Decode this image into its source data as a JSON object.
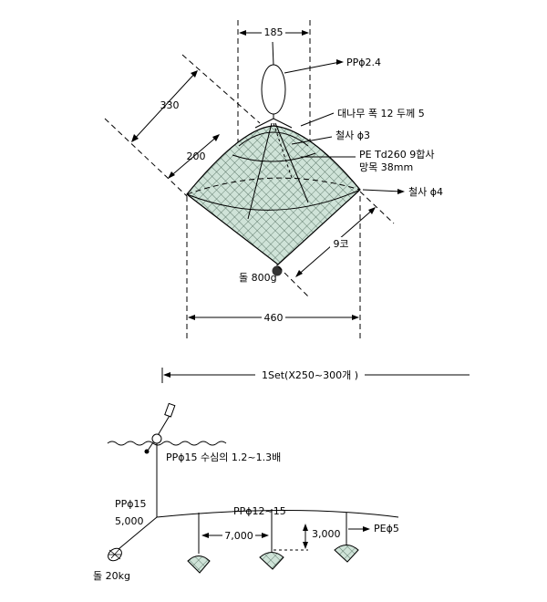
{
  "top_diagram": {
    "dim_top_width": "185",
    "dim_left_length": "330",
    "dim_upper_side": "200",
    "dim_bottom_width": "460",
    "dim_right_side": "9코",
    "float_label": "PPϕ2.4",
    "bamboo_label": "대나무 폭 12   두께 5",
    "wire3_label": "철사 ϕ3",
    "net_label_1": "PE Td260 9합사",
    "net_label_2": "망목 38mm",
    "wire4_label": "철사 ϕ4",
    "sinker_label": "돌 800g"
  },
  "bottom_diagram": {
    "set_label": "1Set(X250~300개 )",
    "buoy_rope_label": "PPϕ15  수심의  1.2~1.3배",
    "vertical_rope_label_1": "PPϕ15",
    "vertical_rope_label_2": "5,000",
    "main_line_label": "PPϕ12~15",
    "spacing_label": "7,000",
    "drop_label": "3,000",
    "branch_label": "PEϕ5",
    "anchor_label": "돌 20kg"
  },
  "colors": {
    "line": "#000000",
    "net_fill": "#c8e0d4"
  }
}
